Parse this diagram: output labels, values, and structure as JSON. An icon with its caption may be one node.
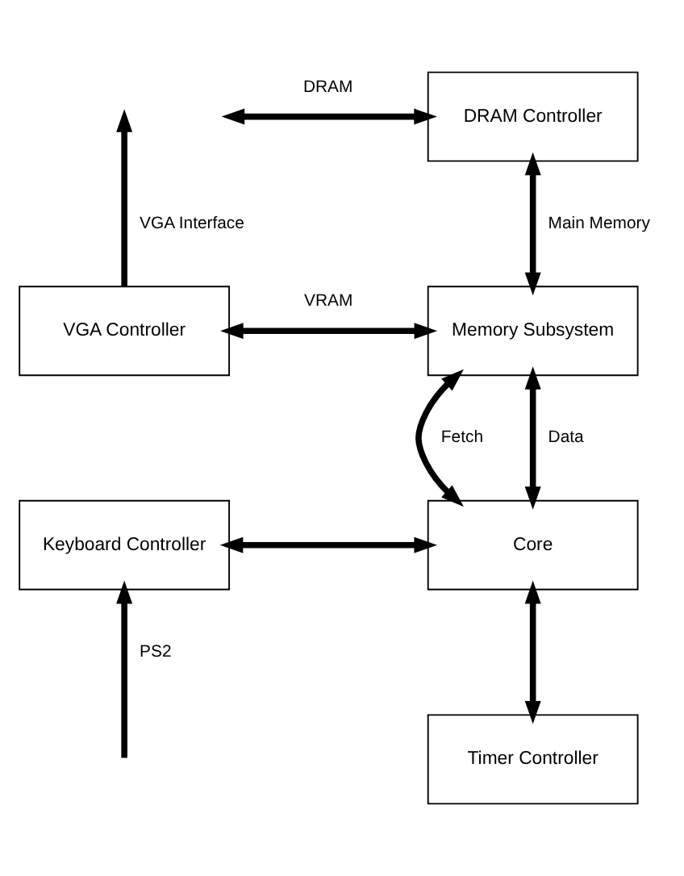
{
  "diagram": {
    "nodes": [
      {
        "text": [
          "DRAM Controller"
        ]
      },
      {
        "text": [
          "VGA Controller"
        ]
      },
      {
        "text": [
          "Memory Subsystem"
        ]
      },
      {
        "text": [
          "Keyboard Controller"
        ]
      },
      {
        "text": [
          "Core"
        ]
      },
      {
        "text": [
          "Timer Controller"
        ]
      }
    ],
    "edges": [
      {
        "from": null,
        "to": 0,
        "arrow": "both",
        "label": "DRAM"
      },
      {
        "from": 1,
        "to": null,
        "arrow": "to",
        "label": "VGA Interface"
      },
      {
        "from": 0,
        "to": 2,
        "arrow": "both",
        "label": "Main Memory"
      },
      {
        "from": 1,
        "to": 2,
        "arrow": "both",
        "label": "VRAM"
      },
      {
        "from": 2,
        "to": 4,
        "arrow": "both",
        "label": "Fetch"
      },
      {
        "from": 2,
        "to": 4,
        "arrow": "both",
        "label": "Data"
      },
      {
        "from": 3,
        "to": 4,
        "arrow": "both"
      },
      {
        "from": null,
        "to": 3,
        "arrow": "to",
        "label": "PS2"
      },
      {
        "from": 4,
        "to": 5,
        "arrow": "both"
      }
    ]
  }
}
